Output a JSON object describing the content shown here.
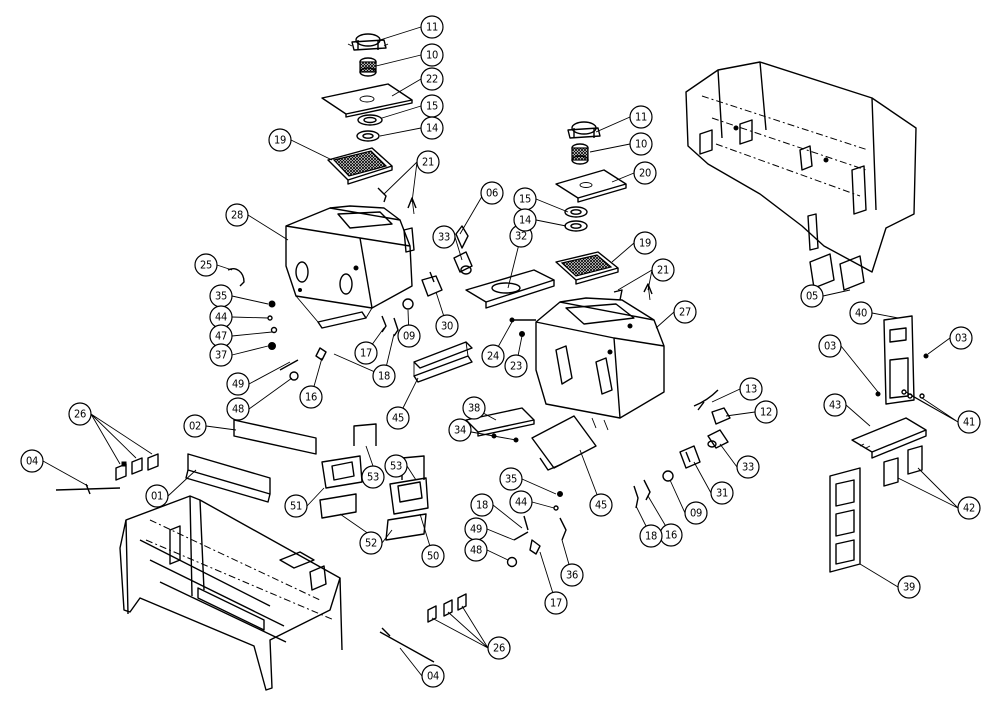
{
  "diagram": {
    "callouts": [
      {
        "id": "c11a",
        "label": "11"
      },
      {
        "id": "c10a",
        "label": "10"
      },
      {
        "id": "c22",
        "label": "22"
      },
      {
        "id": "c15a",
        "label": "15"
      },
      {
        "id": "c14a",
        "label": "14"
      },
      {
        "id": "c19a",
        "label": "19"
      },
      {
        "id": "c21a",
        "label": "21"
      },
      {
        "id": "c28",
        "label": "28"
      },
      {
        "id": "c25",
        "label": "25"
      },
      {
        "id": "c35a",
        "label": "35"
      },
      {
        "id": "c44a",
        "label": "44"
      },
      {
        "id": "c47",
        "label": "47"
      },
      {
        "id": "c37",
        "label": "37"
      },
      {
        "id": "c49a",
        "label": "49"
      },
      {
        "id": "c48a",
        "label": "48"
      },
      {
        "id": "c16a",
        "label": "16"
      },
      {
        "id": "c18a",
        "label": "18"
      },
      {
        "id": "c17a",
        "label": "17"
      },
      {
        "id": "c09a",
        "label": "09"
      },
      {
        "id": "c30",
        "label": "30"
      },
      {
        "id": "c33a",
        "label": "33"
      },
      {
        "id": "c06",
        "label": "06"
      },
      {
        "id": "c32",
        "label": "32"
      },
      {
        "id": "c11b",
        "label": "11"
      },
      {
        "id": "c10b",
        "label": "10"
      },
      {
        "id": "c20",
        "label": "20"
      },
      {
        "id": "c15b",
        "label": "15"
      },
      {
        "id": "c14b",
        "label": "14"
      },
      {
        "id": "c19b",
        "label": "19"
      },
      {
        "id": "c21b",
        "label": "21"
      },
      {
        "id": "c27",
        "label": "27"
      },
      {
        "id": "c24",
        "label": "24"
      },
      {
        "id": "c23",
        "label": "23"
      },
      {
        "id": "c45a",
        "label": "45"
      },
      {
        "id": "c38",
        "label": "38"
      },
      {
        "id": "c34",
        "label": "34"
      },
      {
        "id": "c45b",
        "label": "45"
      },
      {
        "id": "c13",
        "label": "13"
      },
      {
        "id": "c12",
        "label": "12"
      },
      {
        "id": "c33b",
        "label": "33"
      },
      {
        "id": "c31",
        "label": "31"
      },
      {
        "id": "c09b",
        "label": "09"
      },
      {
        "id": "c16b",
        "label": "16"
      },
      {
        "id": "c18b",
        "label": "18"
      },
      {
        "id": "c35b",
        "label": "35"
      },
      {
        "id": "c44b",
        "label": "44"
      },
      {
        "id": "c18c",
        "label": "18"
      },
      {
        "id": "c49b",
        "label": "49"
      },
      {
        "id": "c48b",
        "label": "48"
      },
      {
        "id": "c36",
        "label": "36"
      },
      {
        "id": "c17b",
        "label": "17"
      },
      {
        "id": "c26a",
        "label": "26"
      },
      {
        "id": "c04a",
        "label": "04"
      },
      {
        "id": "c02",
        "label": "02"
      },
      {
        "id": "c01",
        "label": "01"
      },
      {
        "id": "c53a",
        "label": "53"
      },
      {
        "id": "c53b",
        "label": "53"
      },
      {
        "id": "c51",
        "label": "51"
      },
      {
        "id": "c52",
        "label": "52"
      },
      {
        "id": "c50",
        "label": "50"
      },
      {
        "id": "c04b",
        "label": "04"
      },
      {
        "id": "c26b",
        "label": "26"
      },
      {
        "id": "c05",
        "label": "05"
      },
      {
        "id": "c40",
        "label": "40"
      },
      {
        "id": "c03a",
        "label": "03"
      },
      {
        "id": "c03b",
        "label": "03"
      },
      {
        "id": "c41",
        "label": "41"
      },
      {
        "id": "c43",
        "label": "43"
      },
      {
        "id": "c42",
        "label": "42"
      },
      {
        "id": "c39",
        "label": "39"
      }
    ]
  }
}
